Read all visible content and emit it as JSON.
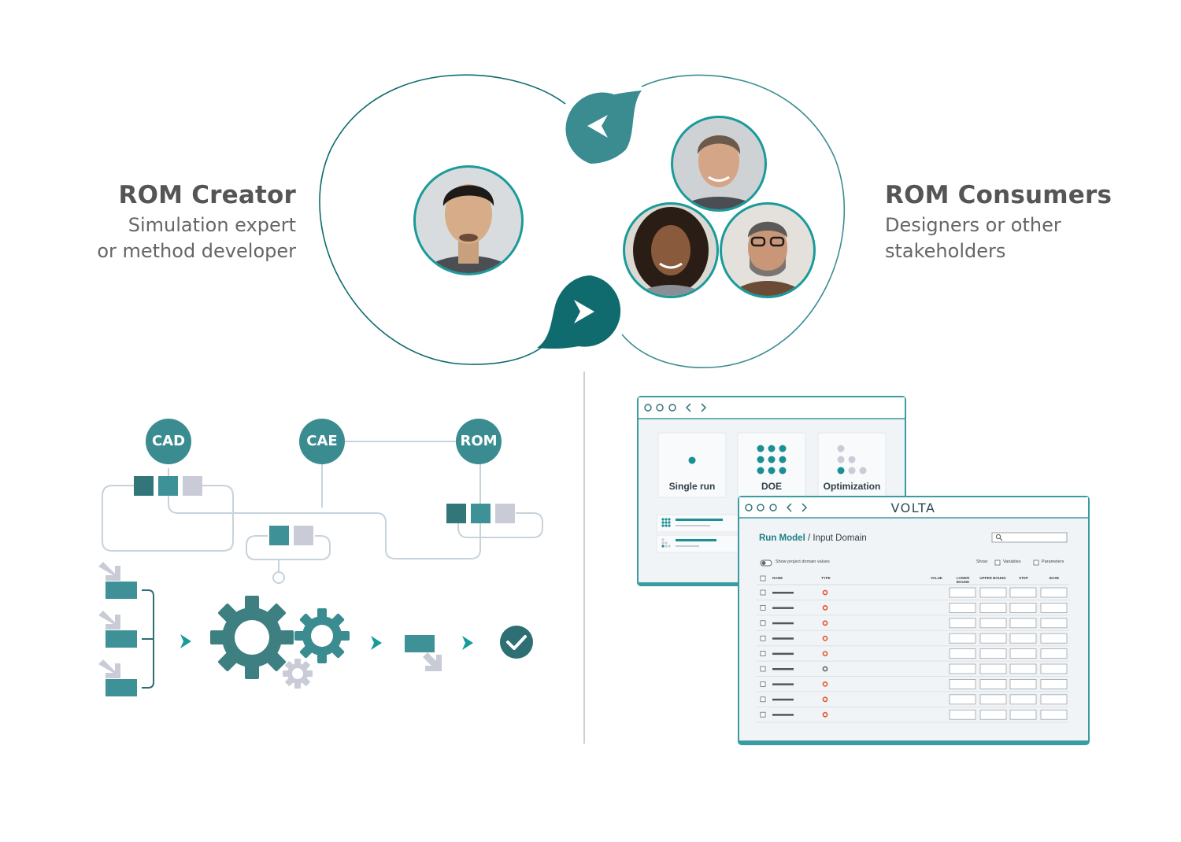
{
  "creator": {
    "title": "ROM Creator",
    "subtitle_line1": "Simulation expert",
    "subtitle_line2": "or method developer"
  },
  "consumers": {
    "title": "ROM Consumers",
    "subtitle_line1": "Designers or other",
    "subtitle_line2": "stakeholders"
  },
  "pipeline": {
    "nodes": [
      "CAD",
      "CAE",
      "ROM"
    ]
  },
  "back_window": {
    "modes": [
      "Single run",
      "DOE",
      "Optimization"
    ]
  },
  "front_window": {
    "brand": "VOLTA",
    "breadcrumb_link": "Run Model",
    "breadcrumb_separator": "/",
    "breadcrumb_current": "Input Domain",
    "toggle_label": "Show project domain values",
    "show_label": "Show:",
    "filter_variables": "Variables",
    "filter_parameters": "Parameters",
    "columns": [
      "NAME",
      "TYPE",
      "VALUE",
      "LOWER BOUND",
      "UPPER BOUND",
      "STEP",
      "BASE"
    ],
    "row_type_icons": [
      "orange",
      "orange",
      "orange",
      "orange",
      "orange",
      "gray",
      "orange",
      "orange",
      "orange"
    ]
  },
  "colors": {
    "teal": "#3a8c91",
    "teal_dark": "#0f6b6e",
    "gray_block": "#c9ccd6",
    "orange": "#e4572e"
  }
}
